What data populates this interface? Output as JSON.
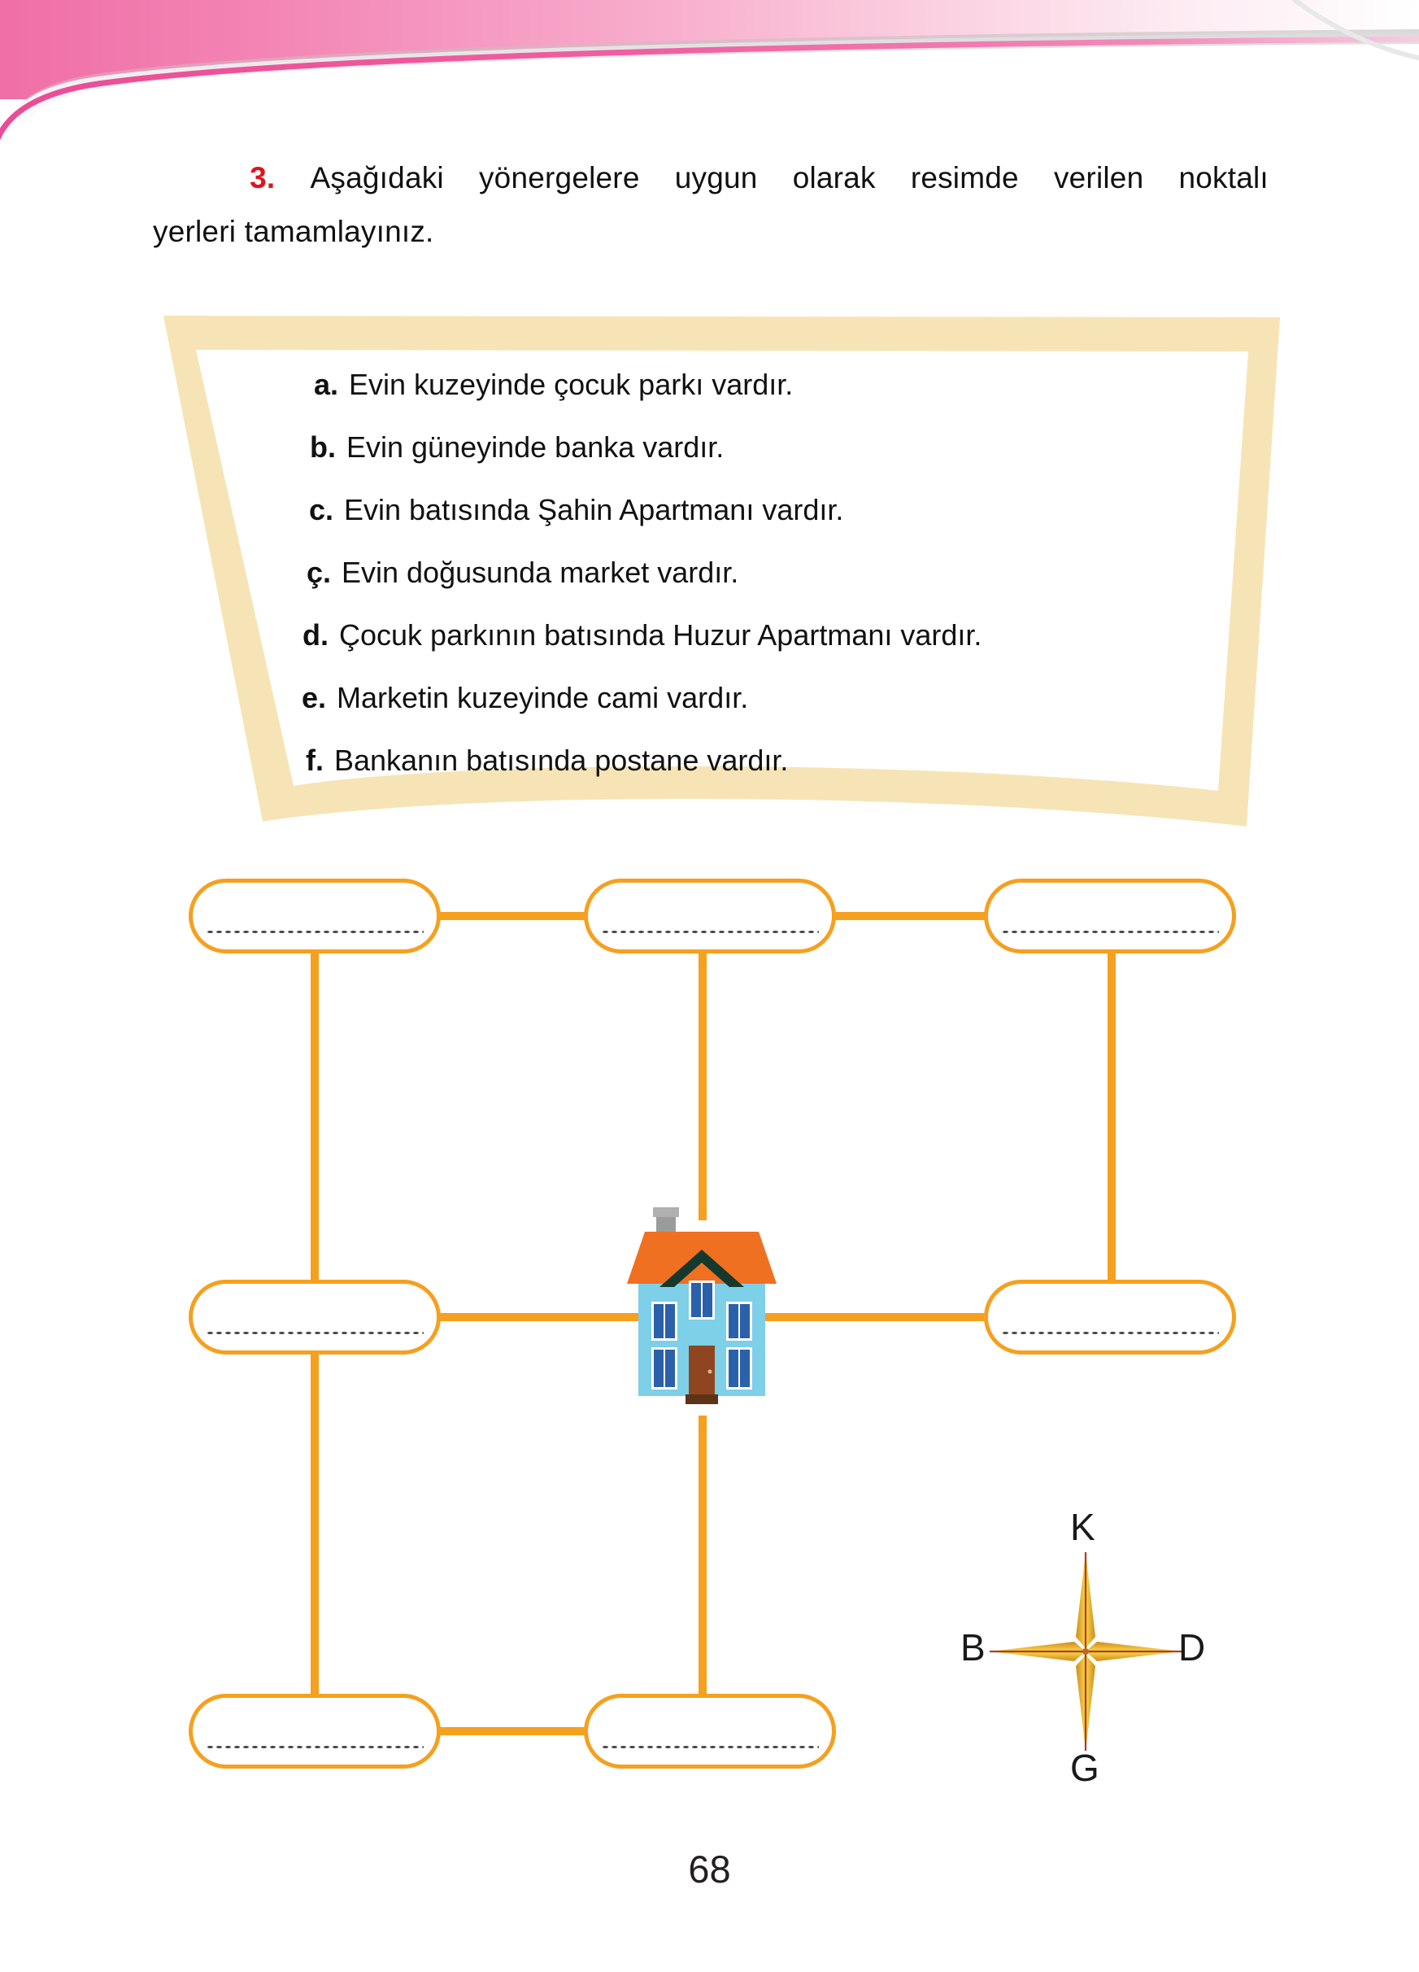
{
  "page": {
    "number": "68",
    "accent_pink": "#f07aab",
    "accent_orange": "#f5a01e",
    "accent_cream": "#f7e4b6",
    "accent_red": "#e1131d"
  },
  "question": {
    "number": "3.",
    "line1": "Aşağıdaki yönergelere uygun olarak resimde verilen noktalı",
    "line2": "yerleri tamamlayınız.",
    "words_line1": [
      "Aşağıdaki",
      "yönergelere",
      "uygun",
      "olarak",
      "resimde",
      "verilen",
      "noktalı"
    ]
  },
  "instructions": [
    {
      "label": "a.",
      "text": "Evin kuzeyinde çocuk parkı vardır."
    },
    {
      "label": "b.",
      "text": "Evin güneyinde banka vardır."
    },
    {
      "label": "c.",
      "text": "Evin batısında Şahin Apartmanı vardır."
    },
    {
      "label": "ç.",
      "text": "Evin doğusunda market vardır."
    },
    {
      "label": "d.",
      "text": "Çocuk parkının batısında Huzur Apartmanı vardır."
    },
    {
      "label": "e.",
      "text": "Marketin kuzeyinde cami vardır."
    },
    {
      "label": "f.",
      "text": "Bankanın batısında postane vardır."
    }
  ],
  "map": {
    "slots": [
      {
        "id": "slot-nw",
        "position": "northwest",
        "value": "",
        "placeholder": ""
      },
      {
        "id": "slot-n",
        "position": "north",
        "value": "",
        "placeholder": ""
      },
      {
        "id": "slot-ne",
        "position": "northeast",
        "value": "",
        "placeholder": ""
      },
      {
        "id": "slot-w",
        "position": "west",
        "value": "",
        "placeholder": ""
      },
      {
        "id": "slot-e",
        "position": "east",
        "value": "",
        "placeholder": ""
      },
      {
        "id": "slot-sw",
        "position": "southwest",
        "value": "",
        "placeholder": ""
      },
      {
        "id": "slot-s",
        "position": "south",
        "value": "",
        "placeholder": ""
      }
    ],
    "center_icon": "house-icon",
    "house_colors": {
      "roof": "#f07022",
      "wall": "#7ecfe8",
      "window": "#2b60ab",
      "window_frame": "#ffffff",
      "door": "#8f4620",
      "chimney": "#9b9b9b",
      "gable": "#15392c"
    }
  },
  "compass": {
    "north": "K",
    "east": "D",
    "south": "G",
    "west": "B",
    "star_light": "#f8d84a",
    "star_dark": "#d08a1c",
    "star_edge": "#b33b1e"
  }
}
